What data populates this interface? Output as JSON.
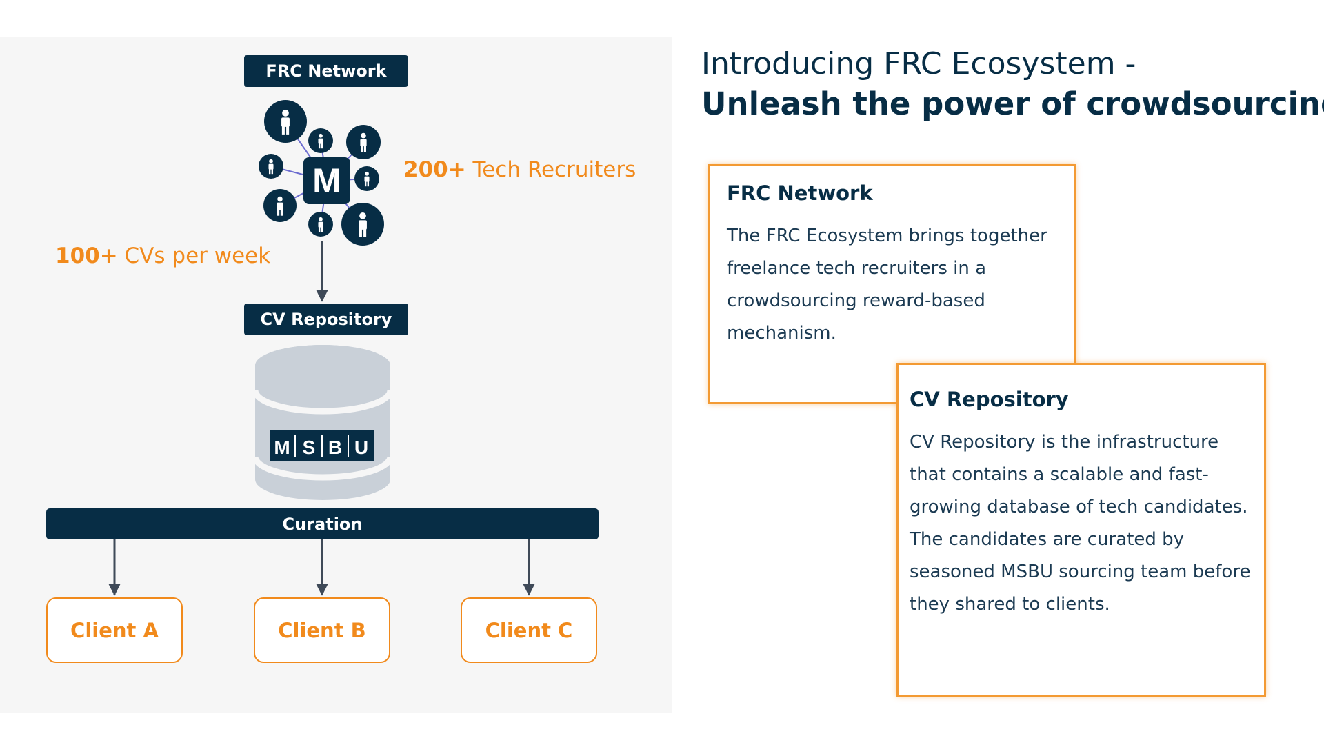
{
  "diagram": {
    "frc_network_label": "FRC Network",
    "hub_letter": "M",
    "recruiters_stat": {
      "bold": "200+",
      "text": " Tech Recruiters"
    },
    "cvs_stat": {
      "bold": "100+",
      "text": " CVs per week"
    },
    "cv_repository_label": "CV Repository",
    "database_logo": [
      "M",
      "S",
      "B",
      "U"
    ],
    "curation_label": "Curation",
    "clients": [
      "Client A",
      "Client B",
      "Client C"
    ]
  },
  "heading": {
    "line1": "Introducing FRC Ecosystem -",
    "line2": "Unleash the power of crowdsourcing"
  },
  "cards": {
    "frc_network": {
      "title": "FRC Network",
      "body": "The FRC Ecosystem brings together freelance tech recruiters in a crowdsourcing reward-based mechanism."
    },
    "cv_repository": {
      "title": "CV Repository",
      "body": "CV Repository is the infrastructure that contains a scalable and fast-growing database of tech candidates. The candidates are curated by seasoned MSBU sourcing team before they shared to clients."
    }
  },
  "colors": {
    "navy": "#072d45",
    "orange": "#f18a1c",
    "panel_background": "#f6f6f6",
    "database_gray": "#c9d0d8",
    "link_purple": "#6c6cd0"
  },
  "icons": [
    "person-icon",
    "database-icon",
    "arrow-down-icon"
  ]
}
